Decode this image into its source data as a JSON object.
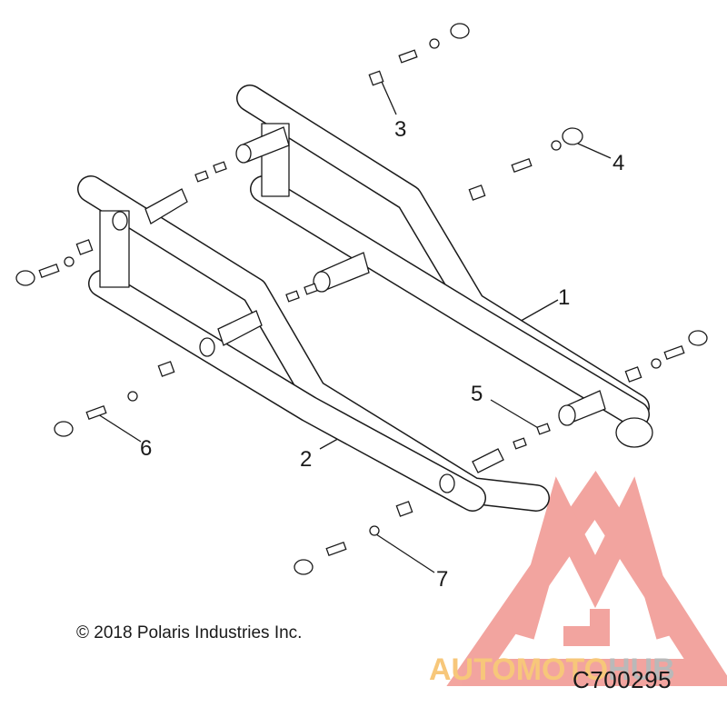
{
  "callouts": {
    "c1": "1",
    "c2": "2",
    "c3": "3",
    "c4": "4",
    "c5": "5",
    "c6": "6",
    "c7": "7"
  },
  "copyright": "© 2018 Polaris Industries Inc.",
  "diagram_id": "C700295",
  "watermark": {
    "text_part1": "AUTOMOTO",
    "text_part2": "HUB",
    "color_triangle": "#f2a09a",
    "color_text_part1": "#f7c77a",
    "color_text_part2": "#b9b9b9"
  },
  "colors": {
    "line": "#1a1a1a",
    "fill": "#ffffff"
  }
}
